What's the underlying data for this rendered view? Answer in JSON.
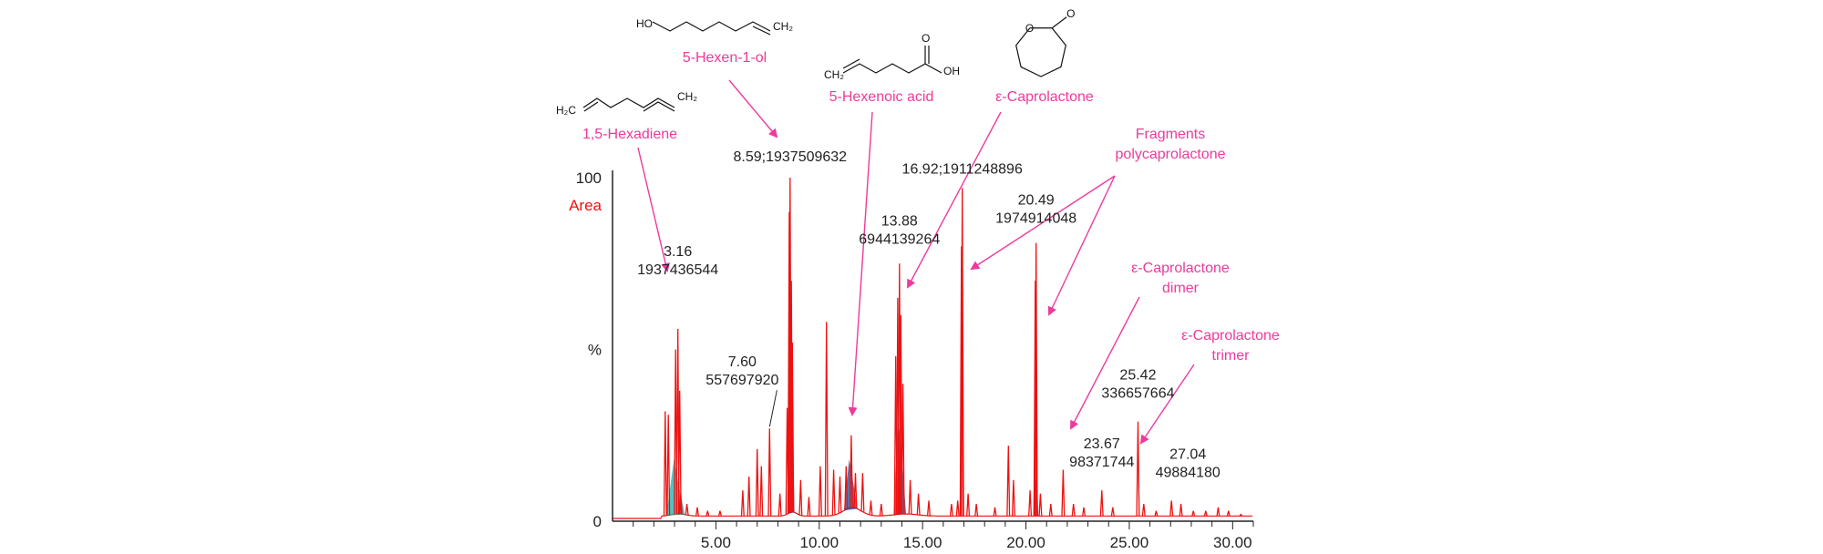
{
  "colors": {
    "trace": "#ee1111",
    "fill_dark": "#224488",
    "fill_teal": "#22aaaa",
    "annotation": "#ee3a9b",
    "axis": "#222222"
  },
  "chart_data": {
    "type": "line",
    "title": "",
    "xlabel": "",
    "ylabel": "%",
    "y_series_label": "Area",
    "xlim": [
      0,
      31
    ],
    "ylim": [
      0,
      100
    ],
    "x_ticks": [
      "5.00",
      "10.00",
      "15.00",
      "20.00",
      "25.00",
      "30.00"
    ],
    "y_ticks": [
      "100",
      "%",
      "0"
    ],
    "grid": false,
    "peaks": [
      {
        "rt": "3.16",
        "area": "1937436544",
        "x": 3.16,
        "y": 56
      },
      {
        "rt": "7.60",
        "area": "557697920",
        "x": 7.6,
        "y": 27
      },
      {
        "rt": "8.59",
        "area": "1937509632",
        "x": 8.59,
        "y": 100
      },
      {
        "rt": "13.88",
        "area": "6944139264",
        "x": 13.88,
        "y": 75
      },
      {
        "rt": "16.92",
        "area": "1911248896",
        "x": 16.92,
        "y": 97
      },
      {
        "rt": "20.49",
        "area": "1974914048",
        "x": 20.49,
        "y": 81
      },
      {
        "rt": "23.67",
        "area": "98371744",
        "x": 23.67,
        "y": 9
      },
      {
        "rt": "25.42",
        "area": "336657664",
        "x": 25.42,
        "y": 29
      },
      {
        "rt": "27.04",
        "area": "49884180",
        "x": 27.04,
        "y": 6
      }
    ],
    "minor_peaks": [
      [
        2.55,
        32
      ],
      [
        2.7,
        31
      ],
      [
        3.3,
        8
      ],
      [
        3.6,
        5
      ],
      [
        4.1,
        4
      ],
      [
        4.6,
        3
      ],
      [
        5.2,
        3
      ],
      [
        6.3,
        9
      ],
      [
        6.6,
        13
      ],
      [
        7.0,
        21
      ],
      [
        7.2,
        16
      ],
      [
        8.1,
        8
      ],
      [
        8.45,
        33
      ],
      [
        8.7,
        52
      ],
      [
        9.1,
        12
      ],
      [
        9.5,
        7
      ],
      [
        10.05,
        16
      ],
      [
        10.35,
        58
      ],
      [
        10.7,
        15
      ],
      [
        11.0,
        13
      ],
      [
        11.3,
        16
      ],
      [
        11.55,
        25
      ],
      [
        11.75,
        14
      ],
      [
        12.1,
        14
      ],
      [
        12.5,
        6
      ],
      [
        13.0,
        5
      ],
      [
        13.7,
        48
      ],
      [
        14.05,
        40
      ],
      [
        14.4,
        12
      ],
      [
        14.8,
        8
      ],
      [
        15.3,
        6
      ],
      [
        16.4,
        5
      ],
      [
        16.7,
        6
      ],
      [
        17.2,
        8
      ],
      [
        17.6,
        5
      ],
      [
        18.5,
        4
      ],
      [
        19.15,
        22
      ],
      [
        19.4,
        12
      ],
      [
        20.2,
        9
      ],
      [
        20.7,
        8
      ],
      [
        21.2,
        5
      ],
      [
        21.8,
        15
      ],
      [
        22.3,
        5
      ],
      [
        22.8,
        4
      ],
      [
        24.2,
        4
      ],
      [
        25.7,
        5
      ],
      [
        26.3,
        3
      ],
      [
        27.5,
        5
      ],
      [
        28.1,
        3
      ],
      [
        28.7,
        3
      ],
      [
        29.3,
        4
      ],
      [
        29.8,
        3
      ],
      [
        30.4,
        2
      ]
    ],
    "annotations": [
      {
        "label": "1,5-Hexadiene",
        "lines": [
          "1,5-Hexadiene"
        ],
        "target_x": 3.2
      },
      {
        "label": "5-Hexen-1-ol",
        "lines": [
          "5-Hexen-1-ol"
        ],
        "target_x": 8.8
      },
      {
        "label": "5-Hexenoic acid",
        "lines": [
          "5-Hexenoic acid"
        ],
        "target_x": 11.6
      },
      {
        "label": "ε-Caprolactone",
        "lines": [
          "ε-Caprolactone"
        ],
        "target_x": 14.2
      },
      {
        "label": "Fragments polycaprolactone",
        "lines": [
          "Fragments",
          "polycaprolactone"
        ],
        "target_x": [
          17.2,
          21.0
        ]
      },
      {
        "label": "ε-Caprolactone dimer",
        "lines": [
          "ε-Caprolactone",
          "dimer"
        ],
        "target_x": 22.5
      },
      {
        "label": "ε-Caprolactone trimer",
        "lines": [
          "ε-Caprolactone",
          "trimer"
        ],
        "target_x": 25.8
      }
    ],
    "structures": {
      "hexadiene": {
        "left": "H₂C",
        "right": "CH₂"
      },
      "hexenol": {
        "left": "HO",
        "right": "CH₂"
      },
      "hexenoic": {
        "left": "CH₂",
        "right": "OH",
        "top": "O"
      },
      "caprolactone": {
        "ring_o": "O",
        "carbonyl_o": "O"
      }
    }
  }
}
